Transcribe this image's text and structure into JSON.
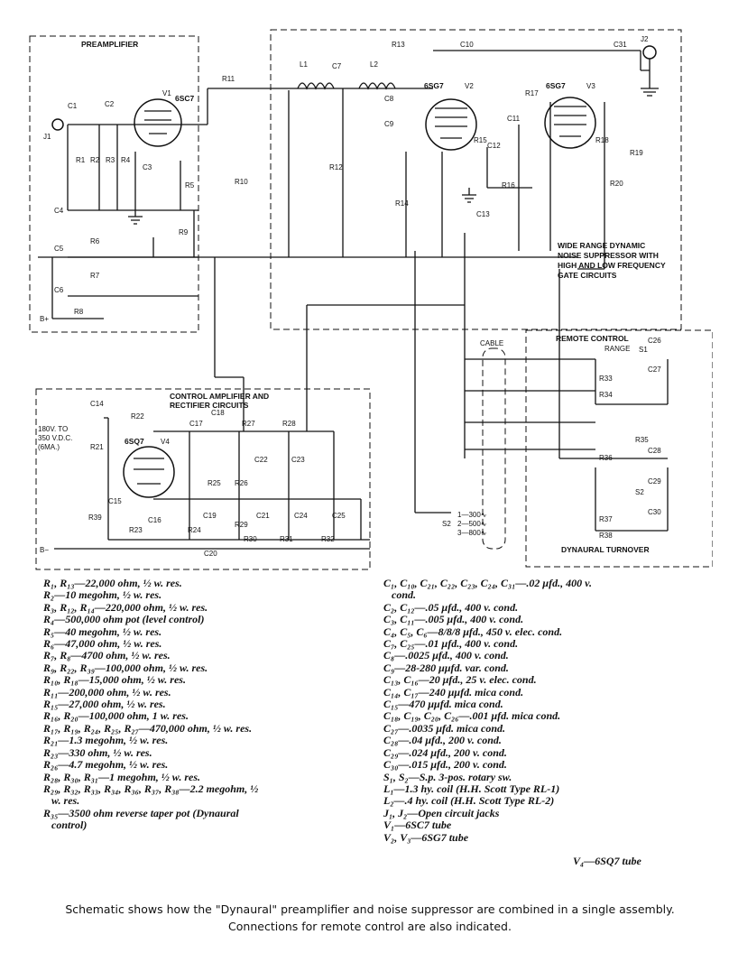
{
  "blocks": {
    "preamp": "PREAMPLIFIER",
    "suppressor": [
      "WIDE RANGE DYNAMIC",
      "NOISE SUPPRESSOR WITH",
      "HIGH AND LOW FREQUENCY",
      "GATE CIRCUITS"
    ],
    "control": [
      "CONTROL AMPLIFIER AND",
      "RECTIFIER CIRCUITS"
    ],
    "remote": "REMOTE CONTROL",
    "turnover": "DYNAURAL TURNOVER",
    "supply": [
      "180V. TO",
      "350 V.D.C.",
      "(6MA.)"
    ],
    "cable": "CABLE",
    "range": "RANGE",
    "switch_positions": [
      "1—300∿",
      "2—500∿",
      "3—800∿"
    ]
  },
  "tubes": {
    "v1": "6SC7",
    "v2": "6SG7",
    "v3": "6SG7",
    "v4": "6SQ7"
  },
  "labels": {
    "R1": "R1",
    "R2": "R2",
    "R3": "R3",
    "R4": "R4",
    "R5": "R5",
    "R6": "R6",
    "R7": "R7",
    "R8": "R8",
    "R9": "R9",
    "R10": "R10",
    "R11": "R11",
    "R12": "R12",
    "R13": "R13",
    "R14": "R14",
    "R15": "R15",
    "R16": "R16",
    "R17": "R17",
    "R18": "R18",
    "R19": "R19",
    "R20": "R20",
    "R21": "R21",
    "R22": "R22",
    "R23": "R23",
    "R24": "R24",
    "R25": "R25",
    "R26": "R26",
    "R27": "R27",
    "R28": "R28",
    "R29": "R29",
    "R30": "R30",
    "R31": "R31",
    "R32": "R32",
    "R33": "R33",
    "R34": "R34",
    "R35": "R35",
    "R36": "R36",
    "R37": "R37",
    "R38": "R38",
    "R39": "R39",
    "C1": "C1",
    "C2": "C2",
    "C3": "C3",
    "C4": "C4",
    "C5": "C5",
    "C6": "C6",
    "C7": "C7",
    "C8": "C8",
    "C9": "C9",
    "C10": "C10",
    "C11": "C11",
    "C12": "C12",
    "C13": "C13",
    "C14": "C14",
    "C15": "C15",
    "C16": "C16",
    "C17": "C17",
    "C18": "C18",
    "C19": "C19",
    "C20": "C20",
    "C21": "C21",
    "C22": "C22",
    "C23": "C23",
    "C24": "C24",
    "C25": "C25",
    "C26": "C26",
    "C27": "C27",
    "C28": "C28",
    "C29": "C29",
    "C30": "C30",
    "C31": "C31",
    "L1": "L1",
    "L2": "L2",
    "J1": "J1",
    "J2": "J2",
    "S1": "S1",
    "S2": "S2",
    "V1": "V1",
    "V2": "V2",
    "V3": "V3",
    "V4": "V4",
    "Bplus": "B+",
    "Bminus": "B−"
  },
  "legend": {
    "left": [
      "R₁, R₁₃—22,000 ohm, ½ w. res.",
      "R₂—10 megohm, ½ w. res.",
      "R₃, R₁₂, R₁₄—220,000 ohm, ½ w. res.",
      "R₄—500,000 ohm pot (level control)",
      "R₅—40 megohm, ½ w. res.",
      "R₆—47,000 ohm, ½ w. res.",
      "R₇, R₈—4700 ohm, ½ w. res.",
      "R₉, R₂₂, R₃₉—100,000 ohm, ½ w. res.",
      "R₁₀, R₁₈—15,000 ohm, ½ w. res.",
      "R₁₁—200,000 ohm, ½ w. res.",
      "R₁₅—27,000 ohm, ½ w. res.",
      "R₁₆, R₂₀—100,000 ohm, 1 w. res.",
      "R₁₇, R₁₉, R₂₄, R₂₅, R₂₇—470,000 ohm, ½ w. res.",
      "R₂₁—1.3 megohm, ½ w. res.",
      "R₂₃—330 ohm, ½ w. res.",
      "R₂₆—4.7 megohm, ½ w. res.",
      "R₂₈, R₃₀, R₃₁—1 megohm, ½ w. res.",
      "R₂₉, R₃₂, R₃₃, R₃₄, R₃₆, R₃₇, R₃₈—2.2 megohm, ½\n   w. res.",
      "R₃₅—3500 ohm reverse taper pot (Dynaural\n   control)"
    ],
    "right": [
      "C₁, C₁₀, C₂₁, C₂₂, C₂₃, C₂₄, C₃₁—.02 μfd., 400 v.\n   cond.",
      "C₂, C₁₂—.05 μfd., 400 v. cond.",
      "C₃, C₁₁—.005 μfd., 400 v. cond.",
      "C₄, C₅, C₆—8/8/8 μfd., 450 v. elec. cond.",
      "C₇, C₂₅—.01 μfd., 400 v. cond.",
      "C₈—.0025 μfd., 400 v. cond.",
      "C₉—28-280 μμfd. var. cond.",
      "C₁₃, C₁₆—20 μfd., 25 v. elec. cond.",
      "C₁₄, C₁₇—240 μμfd. mica cond.",
      "C₁₅—470 μμfd. mica cond.",
      "C₁₈, C₁₉, C₂₀, C₂₆—.001 μfd. mica cond.",
      "C₂₇—.0035 μfd. mica cond.",
      "C₂₈—.04 μfd., 200 v. cond.",
      "C₂₉—.024 μfd., 200 v. cond.",
      "C₃₀—.015 μfd., 200 v. cond.",
      "S₁, S₂—S.p. 3-pos. rotary sw.",
      "L₁—1.3 hy. coil (H.H. Scott Type RL-1)",
      "L₂—.4 hy. coil (H.H. Scott Type RL-2)",
      "J₁, J₂—Open circuit jacks",
      "V₁—6SC7 tube",
      "V₂, V₃—6SG7 tube"
    ],
    "v4": "V₄—6SQ7 tube"
  },
  "caption": "Schematic shows how the \"Dynaural\" preamplifier and noise suppressor are combined in a single assembly. Connections for remote control are also indicated."
}
